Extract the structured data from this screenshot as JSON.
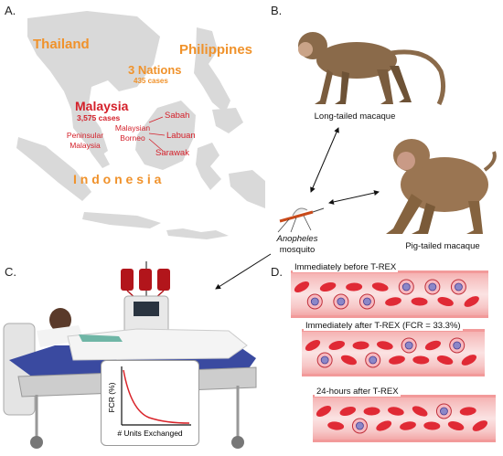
{
  "panels": {
    "a": "A.",
    "b": "B.",
    "c": "C.",
    "d": "D."
  },
  "map": {
    "thailand": "Thailand",
    "philippines": "Philippines",
    "nations": "3 Nations",
    "nations_cases": "435 cases",
    "malaysia": "Malaysia",
    "malaysia_cases": "3,575 cases",
    "peninsular": "Peninsular Malaysia",
    "borneo": "Malaysian Borneo",
    "sabah": "Sabah",
    "labuan": "Labuan",
    "sarawak": "Sarawak",
    "indonesia": "I n d o n e s i a",
    "colors": {
      "land": "#d9d9d9",
      "label_orange": "#f0922b",
      "label_red": "#d4202a"
    }
  },
  "hosts": {
    "long_tailed": "Long-tailed macaque",
    "pig_tailed": "Pig-tailed macaque",
    "vector_genus": "Anopheles",
    "vector_word": "mosquito"
  },
  "plot": {
    "ylabel": "FCR (%)",
    "xlabel": "# Units Exchanged",
    "line_color": "#d9242a"
  },
  "timeline": [
    {
      "label": "Immediately before T-REX",
      "parasitized": 6
    },
    {
      "label": "Immediately after T-REX (FCR = 33.3%)",
      "parasitized": 4
    },
    {
      "label": "24-hours after T-REX",
      "parasitized": 2
    }
  ]
}
